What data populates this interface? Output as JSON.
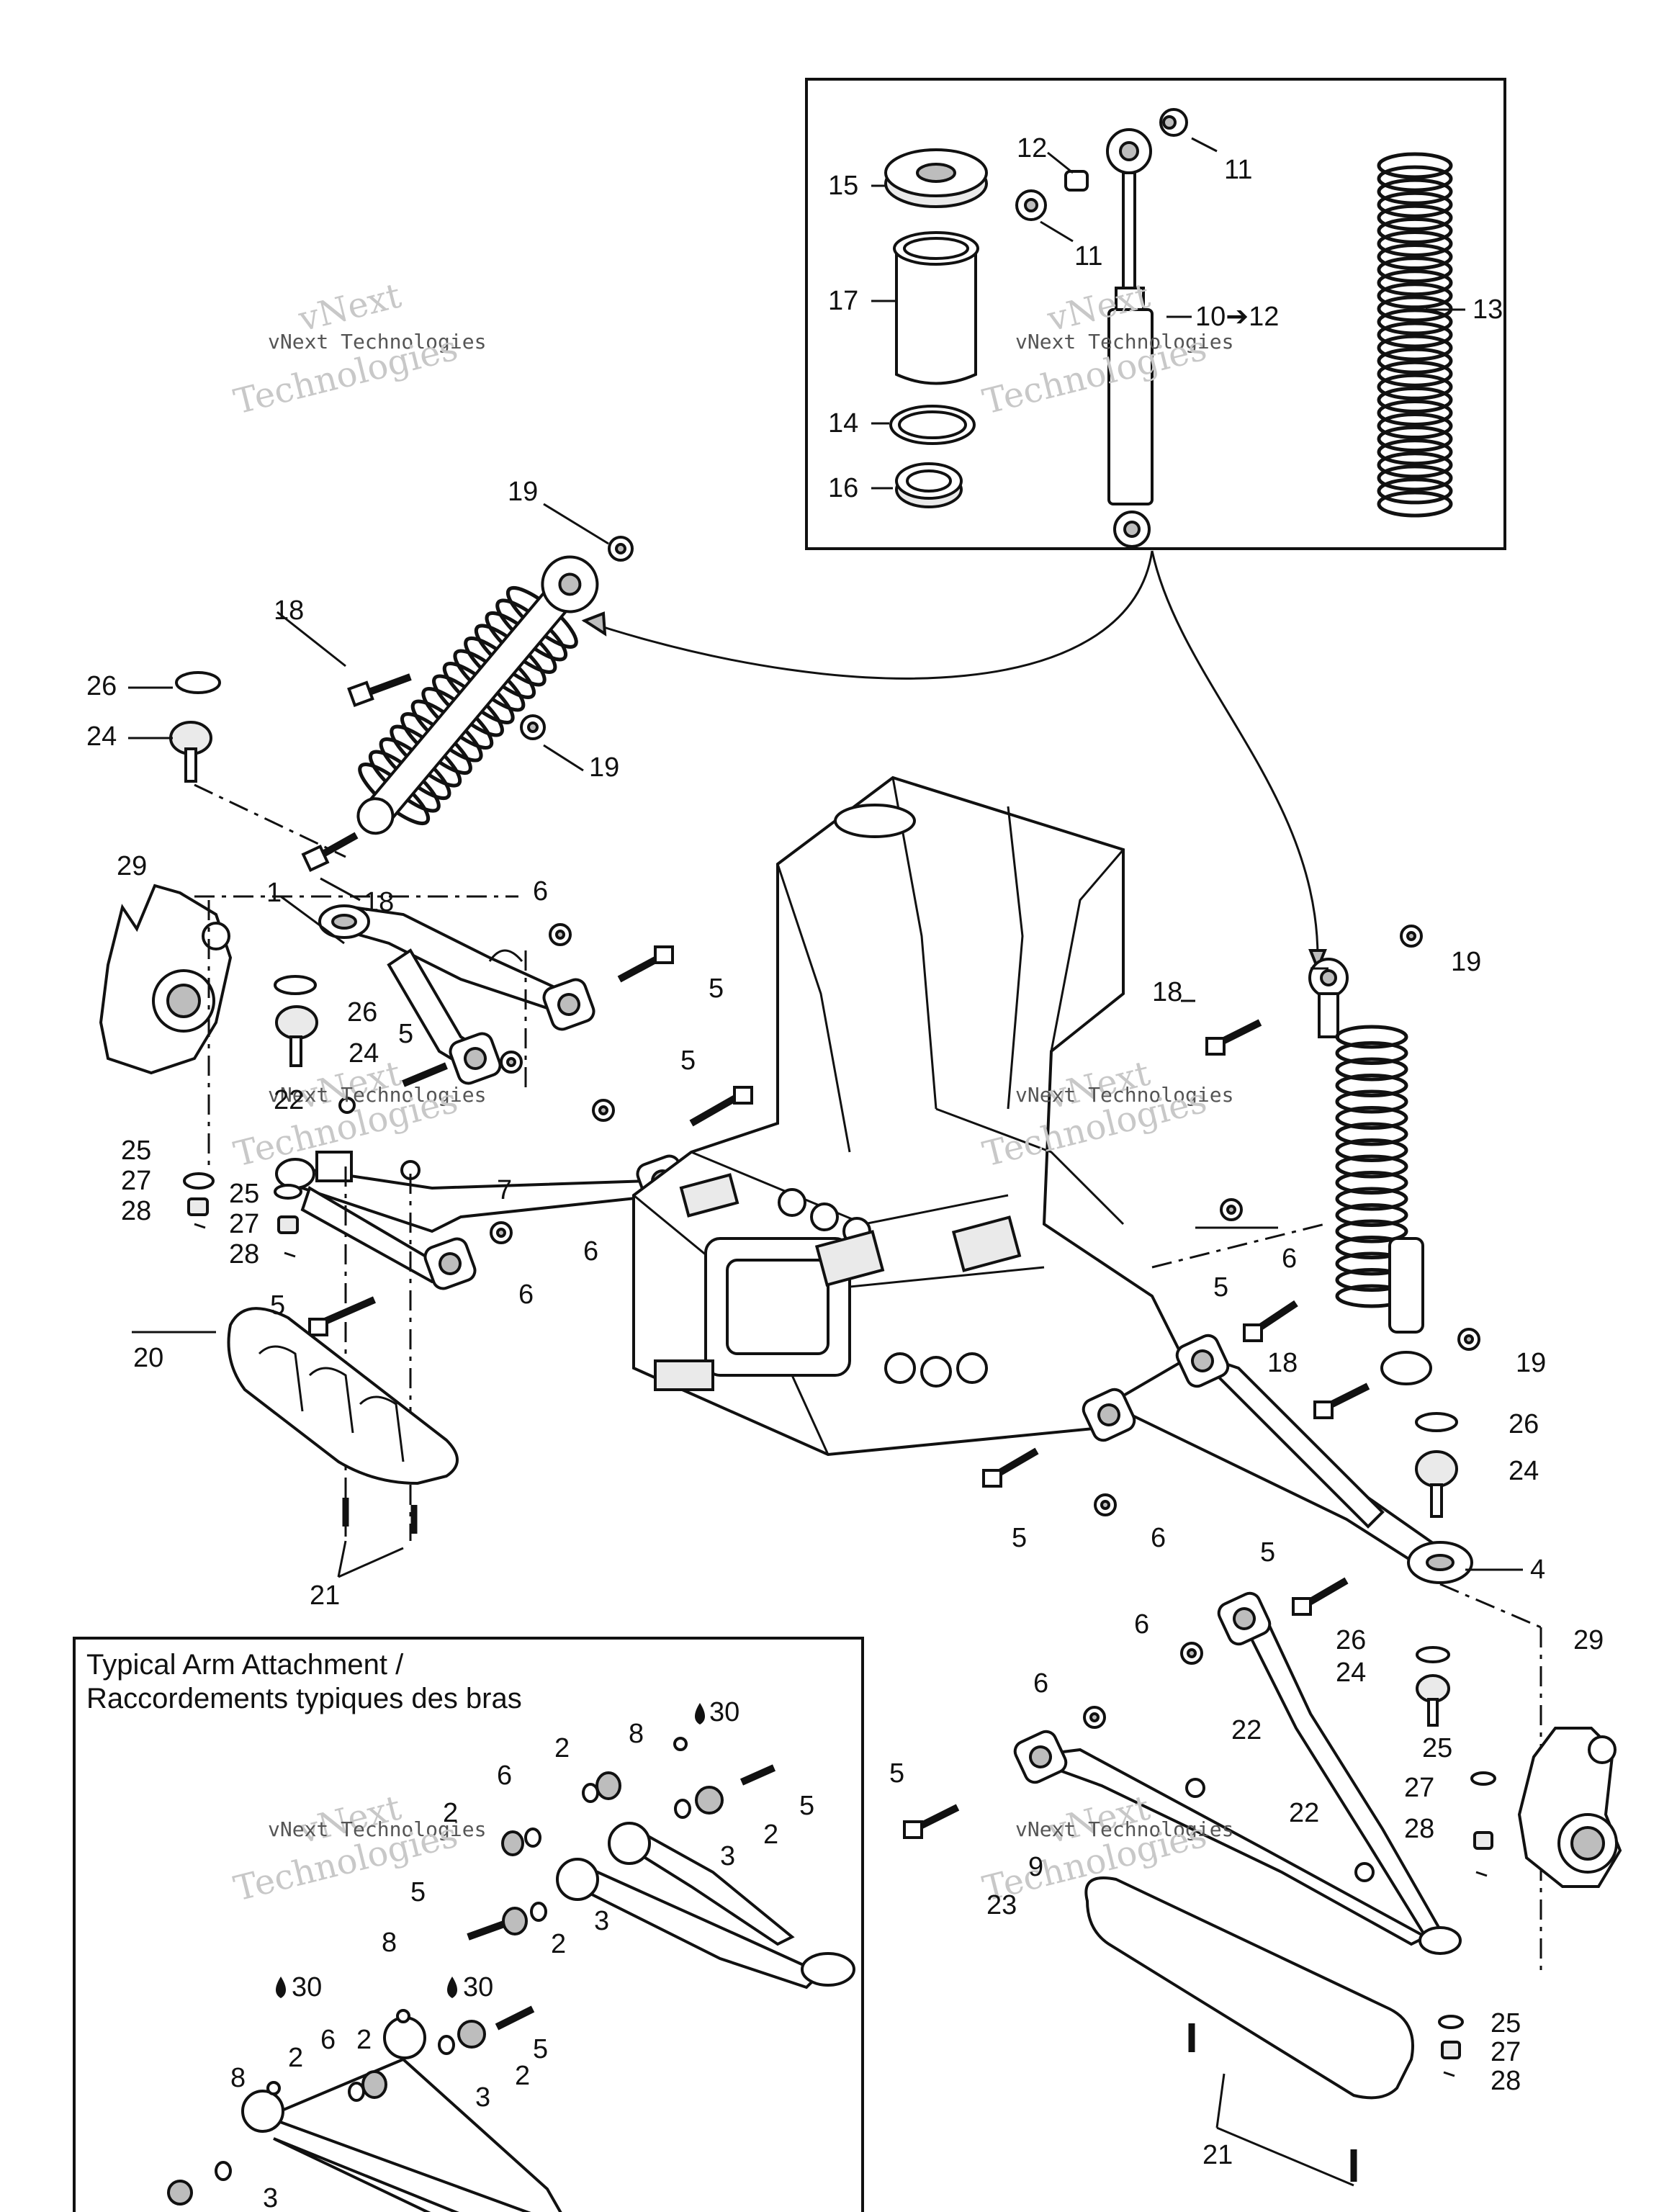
{
  "watermark": {
    "line1": "vNext",
    "line2": "vNext Technologies",
    "line3": "Technologies"
  },
  "inset_title": {
    "line1": "Typical Arm Attachment /",
    "line2": "Raccordements typiques des bras"
  },
  "callouts": {
    "c1": "1",
    "c2": "2",
    "c3": "3",
    "c4": "4",
    "c5": "5",
    "c6": "6",
    "c7": "7",
    "c8": "8",
    "c9": "9",
    "c10_12": "10➔12",
    "c11": "11",
    "c12": "12",
    "c13": "13",
    "c14": "14",
    "c15": "15",
    "c16": "16",
    "c17": "17",
    "c18": "18",
    "c19": "19",
    "c20": "20",
    "c21": "21",
    "c22": "22",
    "c23": "23",
    "c24": "24",
    "c25": "25",
    "c26": "26",
    "c27": "27",
    "c28": "28",
    "c29": "29",
    "c30": "30"
  },
  "icons": {
    "lubricant": "grease-drop-icon"
  }
}
